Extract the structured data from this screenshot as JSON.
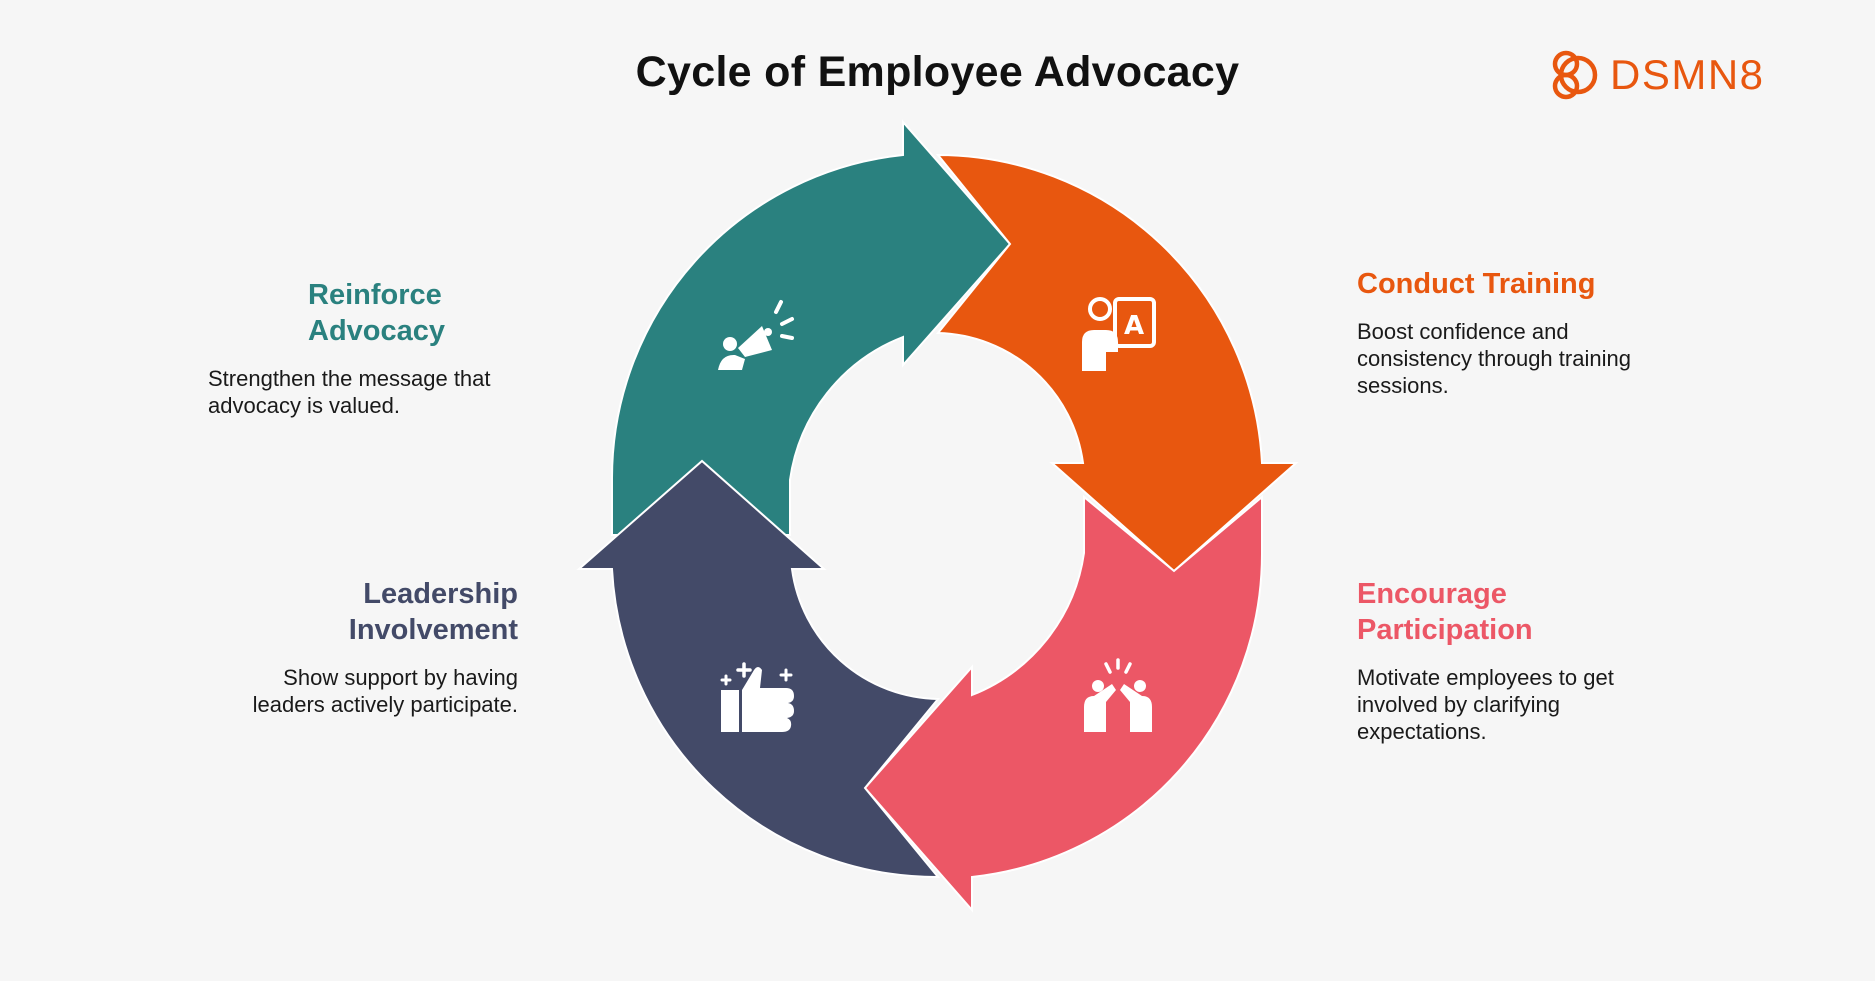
{
  "title": "Cycle of Employee Advocacy",
  "logo": {
    "text": "DSMN8",
    "color": "#e8570f"
  },
  "colors": {
    "teal": "#2a817f",
    "orange": "#e8570f",
    "coral": "#ec5766",
    "navy": "#434a68"
  },
  "stages": [
    {
      "title": "Conduct Training",
      "description": "Boost confidence and consistency through training sessions.",
      "color": "#e8570f",
      "icon": "trainer-presentation-icon"
    },
    {
      "title": "Encourage Participation",
      "description": "Motivate employees to get involved by clarifying expectations.",
      "color": "#ec5766",
      "icon": "high-five-icon"
    },
    {
      "title": "Leadership Involvement",
      "description": "Show support by having leaders actively participate.",
      "color": "#434a68",
      "icon": "thumbs-up-icon"
    },
    {
      "title": "Reinforce Advocacy",
      "description": "Strengthen the message that advocacy is valued.",
      "color": "#2a817f",
      "icon": "megaphone-speaker-icon"
    }
  ]
}
